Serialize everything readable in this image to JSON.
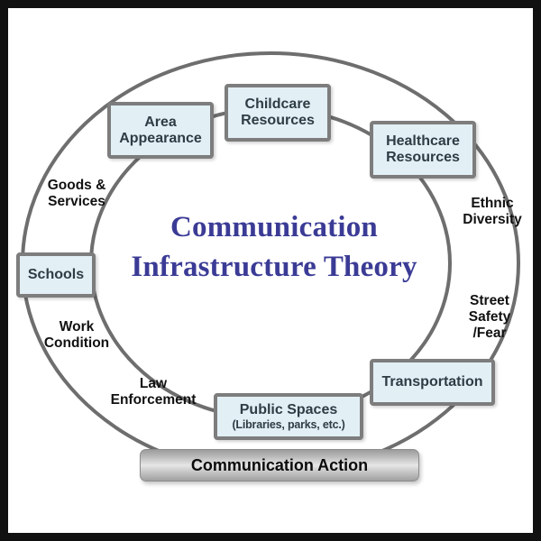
{
  "diagram": {
    "title": "Communication Infrastructure Theory",
    "title_line1": "Communication",
    "title_line2": "Infrastructure Theory",
    "title_color": "#3b3b96",
    "box_fill_color": "#e2eff5",
    "box_border_color": "#7d7d7d",
    "ellipse_stroke_color": "#6e6e6e",
    "frame_color": "#111111",
    "background_color": "#ffffff"
  },
  "nodes": [
    {
      "id": "area-appearance",
      "label": "Area\nAppearance"
    },
    {
      "id": "childcare",
      "label": "Childcare\nResources"
    },
    {
      "id": "healthcare",
      "label": "Healthcare\nResources"
    },
    {
      "id": "schools",
      "label": "Schools"
    },
    {
      "id": "transportation",
      "label": "Transportation"
    },
    {
      "id": "public-spaces",
      "label": "Public Spaces",
      "sublabel": "(Libraries, parks, etc.)"
    }
  ],
  "labels": [
    {
      "id": "goods-services",
      "text": "Goods &\nServices"
    },
    {
      "id": "work-condition",
      "text": "Work\nCondition"
    },
    {
      "id": "law-enforcement",
      "text": "Law\nEnforcement"
    },
    {
      "id": "ethnic-diversity",
      "text": "Ethnic\nDiversity"
    },
    {
      "id": "street-safety",
      "text": "Street\nSafety\n/Fear"
    }
  ],
  "bottom_bar": {
    "label": "Communication Action"
  }
}
